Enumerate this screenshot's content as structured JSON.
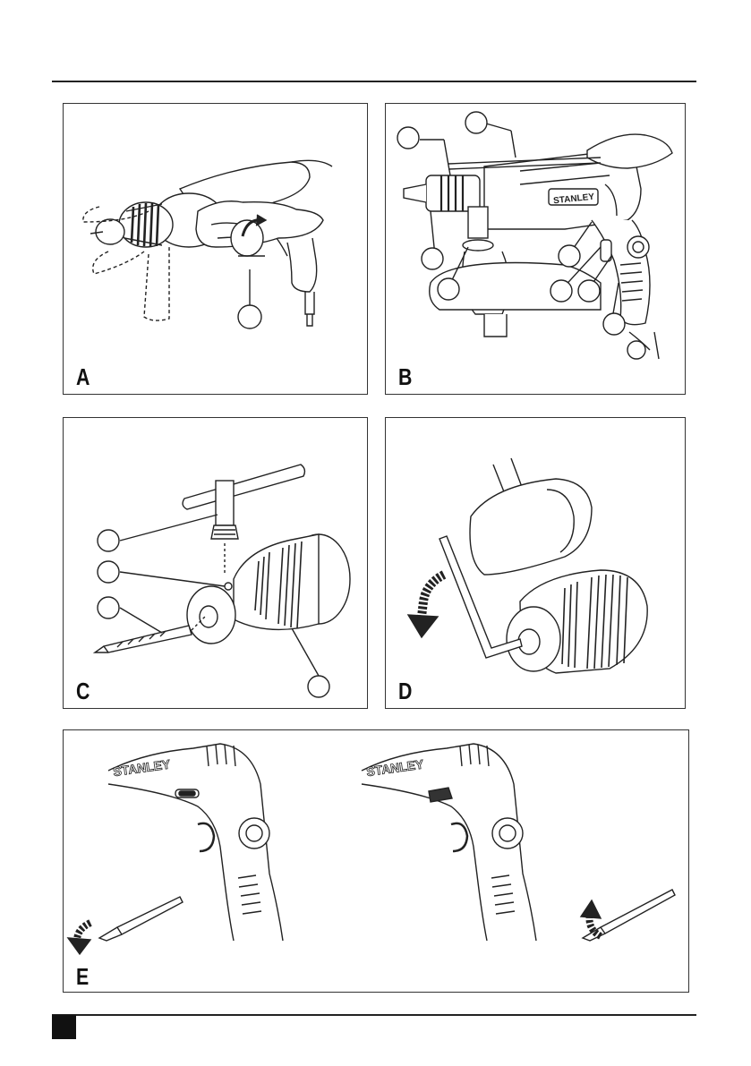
{
  "panels": {
    "a": {
      "letter": "A"
    },
    "b": {
      "letter": "B",
      "brand": "STANLEY"
    },
    "c": {
      "letter": "C"
    },
    "d": {
      "letter": "D"
    },
    "e": {
      "letter": "E",
      "brand_left": "STANLEY",
      "brand_right": "STANLEY"
    }
  }
}
